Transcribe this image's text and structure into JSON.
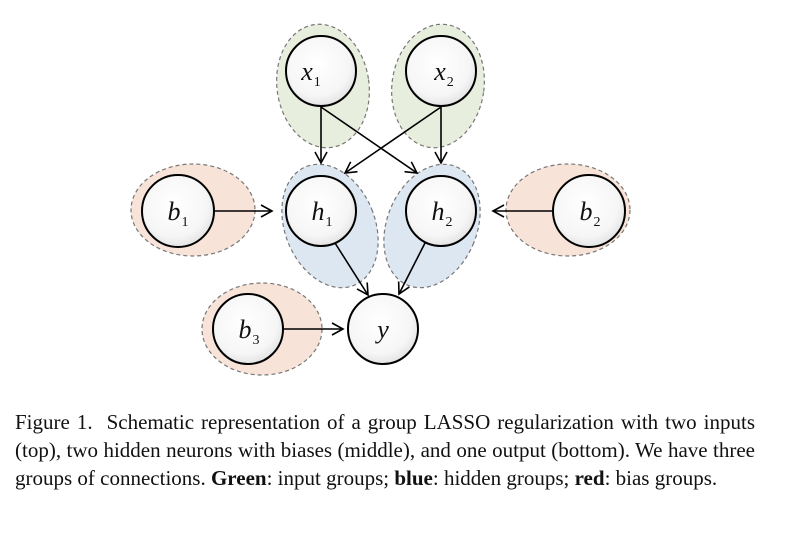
{
  "diagram": {
    "nodes": {
      "x1": {
        "symbol": "x",
        "subscript": "1"
      },
      "x2": {
        "symbol": "x",
        "subscript": "2"
      },
      "h1": {
        "symbol": "h",
        "subscript": "1"
      },
      "h2": {
        "symbol": "h",
        "subscript": "2"
      },
      "b1": {
        "symbol": "b",
        "subscript": "1"
      },
      "b2": {
        "symbol": "b",
        "subscript": "2"
      },
      "b3": {
        "symbol": "b",
        "subscript": "3"
      },
      "y": {
        "symbol": "y",
        "subscript": ""
      }
    },
    "edges": [
      [
        "x1",
        "h1"
      ],
      [
        "x1",
        "h2"
      ],
      [
        "x2",
        "h1"
      ],
      [
        "x2",
        "h2"
      ],
      [
        "b1",
        "h1"
      ],
      [
        "b2",
        "h2"
      ],
      [
        "h1",
        "y"
      ],
      [
        "h2",
        "y"
      ],
      [
        "b3",
        "y"
      ]
    ],
    "group_colors": {
      "input": "#e8eedd",
      "hidden": "#dde7f1",
      "bias": "#f8e3d8"
    }
  },
  "caption": {
    "figure_label": "Figure 1.",
    "text_1": "Schematic representation of a group LASSO regularization with two inputs (top), two hidden neurons with biases (middle), and one output (bottom). We have three groups of connections. ",
    "green_label": "Green",
    "text_2": ": input groups; ",
    "blue_label": "blue",
    "text_3": ": hidden groups; ",
    "red_label": "red",
    "text_4": ": bias groups."
  }
}
